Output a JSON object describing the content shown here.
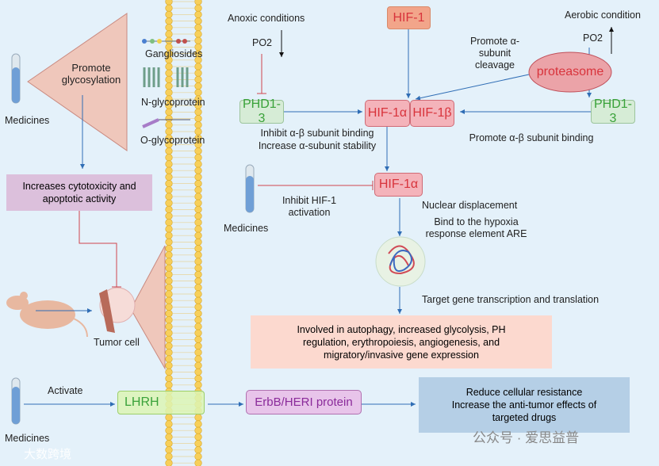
{
  "left": {
    "medicines_top": "Medicines",
    "promote_glycosylation": "Promote glycosylation",
    "gangliosides": "Gangliosides",
    "n_glycoprotein": "N-glycoprotein",
    "o_glycoprotein": "O-glycoprotein",
    "cytotoxicity_box": "Increases cytotoxicity and apoptotic activity",
    "tumor_cell": "Tumor cell",
    "activate": "Activate",
    "lhrh": "LHRH",
    "medicines_bottom": "Medicines"
  },
  "hif": {
    "anoxic": "Anoxic conditions",
    "po2_left": "PO2",
    "hif1": "HIF-1",
    "promote_cleavage": "Promote α-subunit cleavage",
    "proteasome": "proteasome",
    "aerobic": "Aerobic condition",
    "po2_right": "PO2",
    "phd_left": "PHD1-3",
    "phd_right": "PHD1-3",
    "hif1a": "HIF-1α",
    "hif1b": "HIF-1β",
    "inhibit_binding": "Inhibit α-β subunit binding",
    "increase_stability": "Increase α-subunit stability",
    "promote_binding": "Promote α-β subunit binding",
    "hif1a_2": "HIF-1α",
    "medicines_mid": "Medicines",
    "inhibit_activation": "Inhibit HIF-1 activation",
    "nuclear_displacement": "Nuclear displacement",
    "bind_hre": "Bind to the hypoxia response element ARE",
    "target_gene": "Target gene transcription and translation",
    "effects_box": "Involved in autophagy, increased glycolysis, PH regulation, erythropoiesis, angiogenesis, and migratory/invasive gene expression"
  },
  "bottom": {
    "erbb": "ErbB/HERI protein",
    "result_box": "Reduce cellular resistance Increase the anti-tumor effects of targeted drugs"
  },
  "watermarks": {
    "left": "大数跨境",
    "right": "公众号 · 爱思益普"
  },
  "colors": {
    "background": "#e4f1fa",
    "arrow_blue": "#2f6db5",
    "inhibit_red": "#d0454d",
    "hif_box": "#f4b3ba",
    "phd_box": "#d6ecd6",
    "membrane": "#f5c542"
  }
}
